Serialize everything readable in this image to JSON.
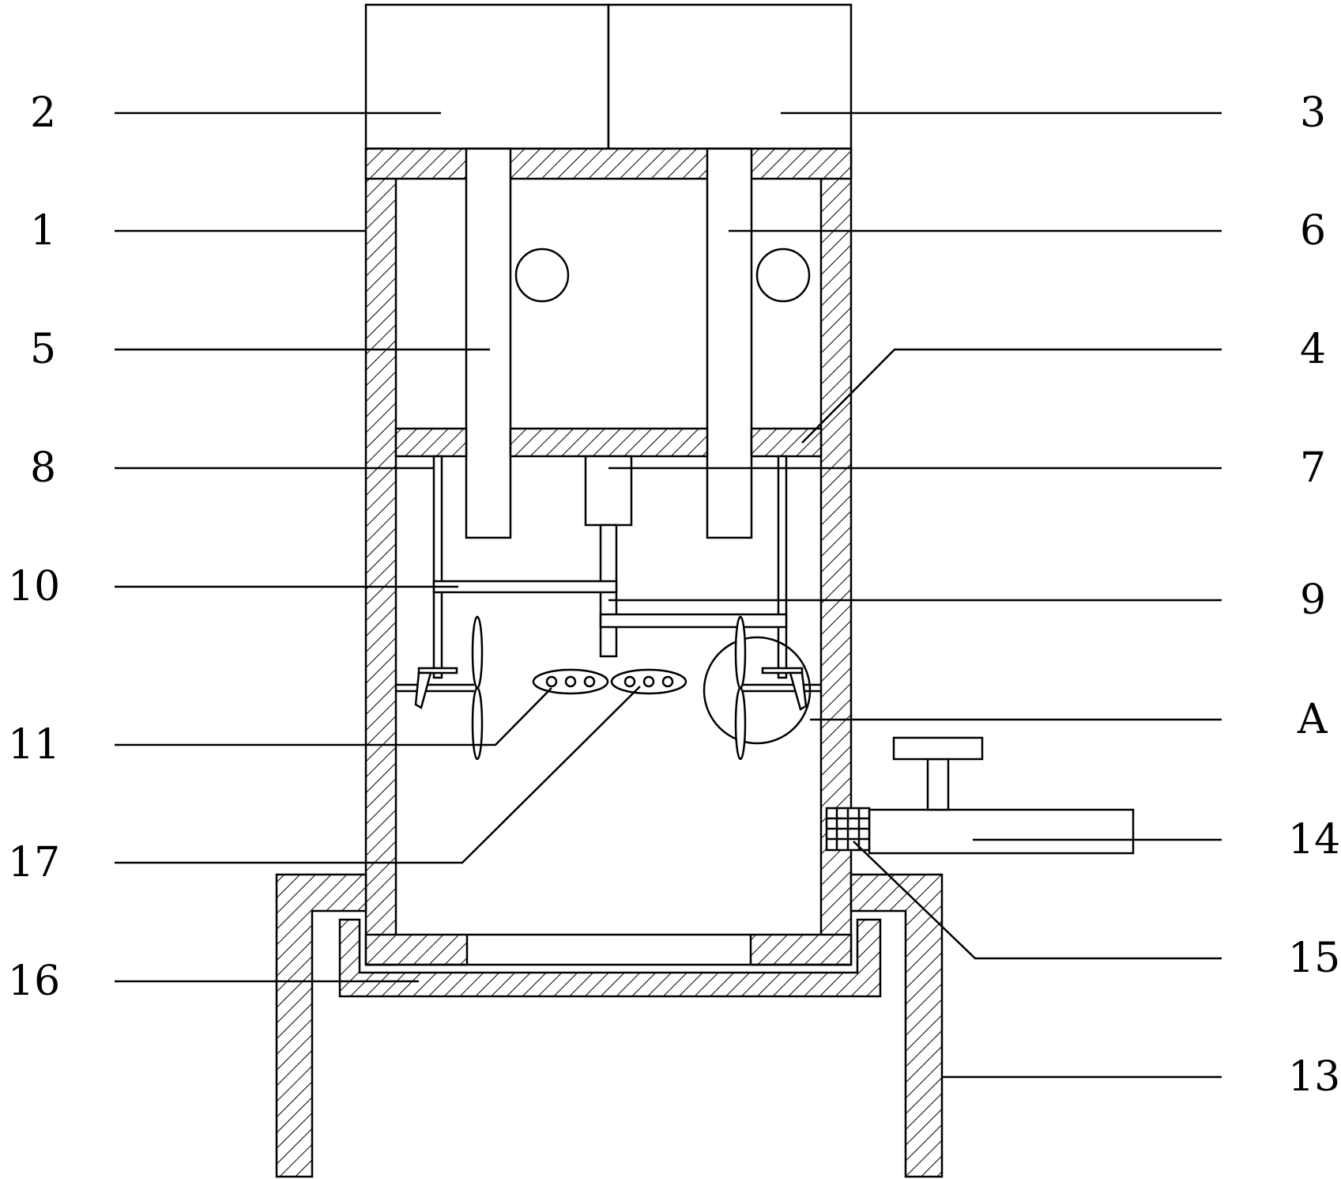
{
  "labels": {
    "l2": "2",
    "l1": "1",
    "l5": "5",
    "l8": "8",
    "l10": "10",
    "l11": "11",
    "l17": "17",
    "l16": "16",
    "l3": "3",
    "l6": "6",
    "l4": "4",
    "l7": "7",
    "l9": "9",
    "lA": "A",
    "l14": "14",
    "l15": "15",
    "l13": "13"
  }
}
